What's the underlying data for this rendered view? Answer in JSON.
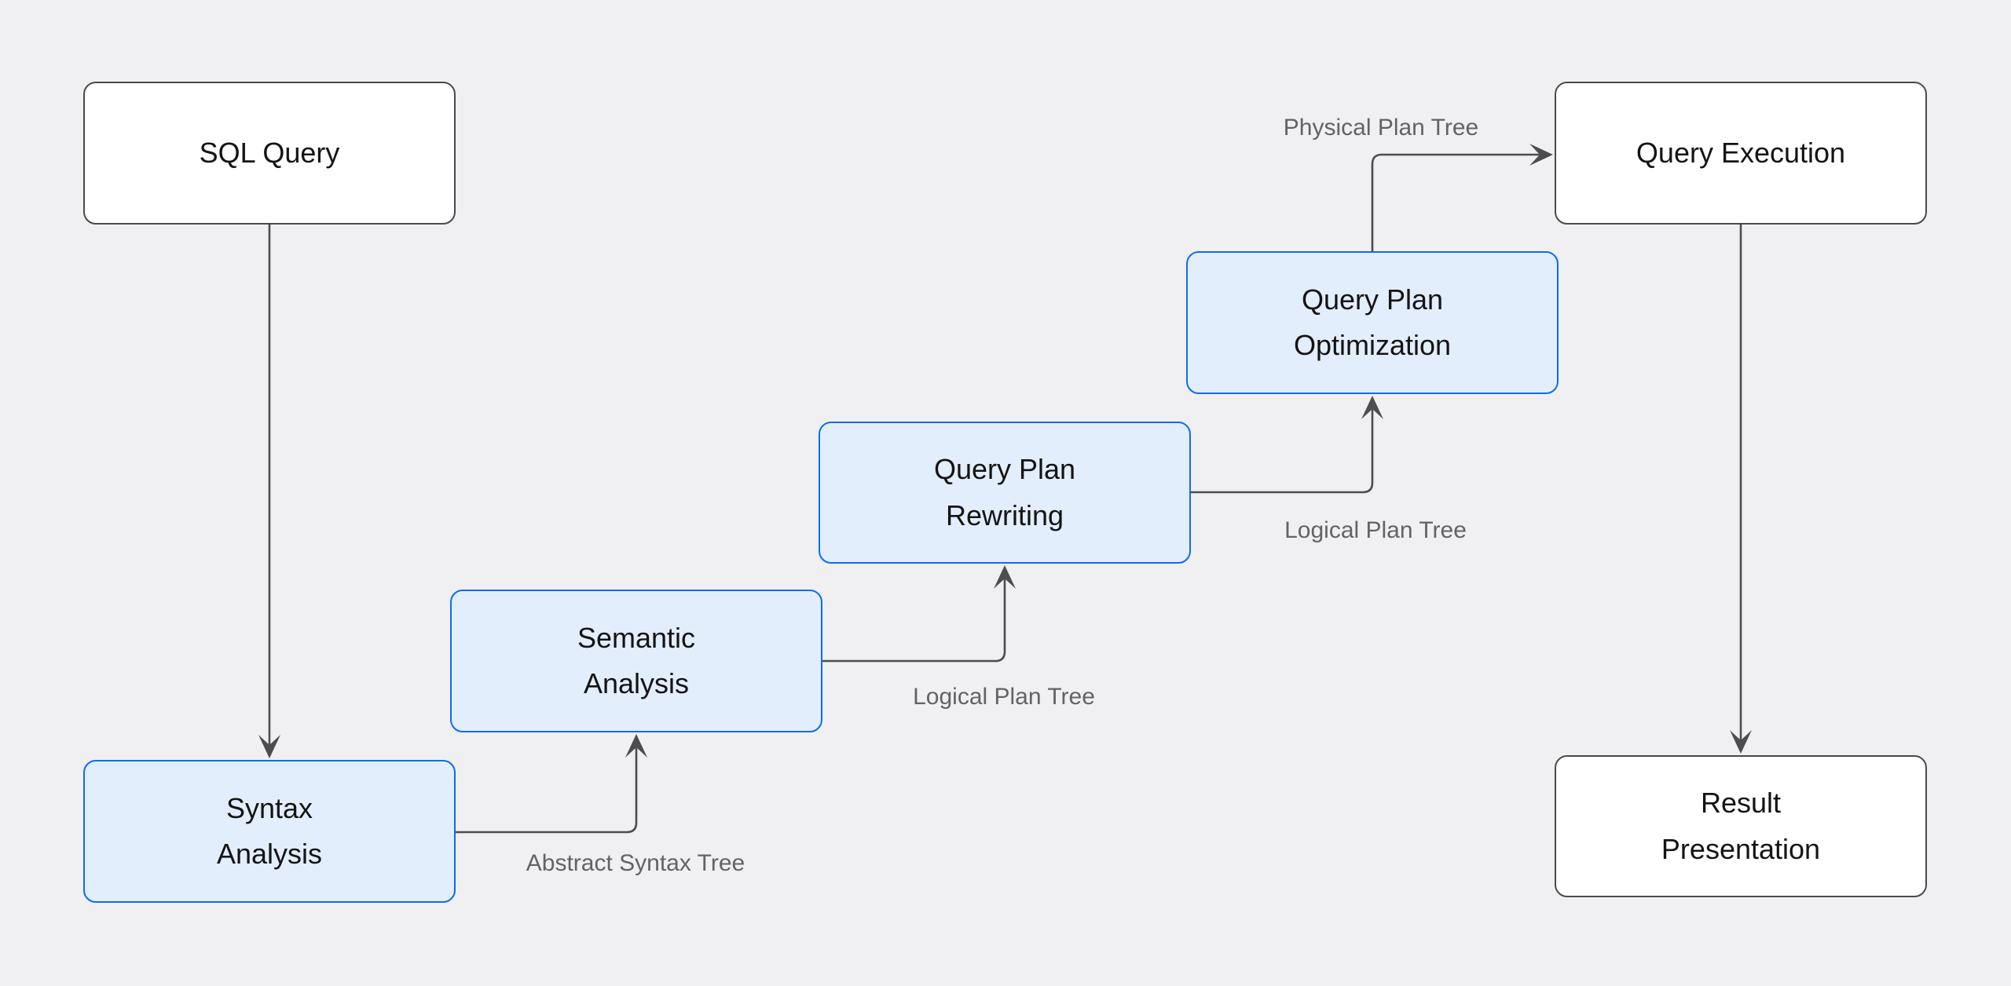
{
  "nodes": [
    {
      "id": "sql-query",
      "style": "plain",
      "lines": [
        "SQL Query"
      ]
    },
    {
      "id": "syntax-analysis",
      "style": "highlight",
      "lines": [
        "Syntax",
        "Analysis"
      ]
    },
    {
      "id": "semantic-analysis",
      "style": "highlight",
      "lines": [
        "Semantic",
        "Analysis"
      ]
    },
    {
      "id": "query-plan-rewriting",
      "style": "highlight",
      "lines": [
        "Query Plan",
        "Rewriting"
      ]
    },
    {
      "id": "query-plan-optimization",
      "style": "highlight",
      "lines": [
        "Query Plan",
        "Optimization"
      ]
    },
    {
      "id": "query-execution",
      "style": "plain",
      "lines": [
        "Query Execution"
      ]
    },
    {
      "id": "result-presentation",
      "style": "plain",
      "lines": [
        "Result",
        "Presentation"
      ]
    }
  ],
  "edge_labels": [
    {
      "id": "abstract-syntax-tree",
      "text": "Abstract Syntax Tree"
    },
    {
      "id": "logical-plan-tree-1",
      "text": "Logical Plan Tree"
    },
    {
      "id": "logical-plan-tree-2",
      "text": "Logical Plan Tree"
    },
    {
      "id": "physical-plan-tree",
      "text": "Physical Plan Tree"
    }
  ],
  "colors": {
    "background": "#f0f0f2",
    "accent_blue": "#0b6cf0",
    "highlight_fill": "#e3eefd",
    "plain_border": "#4a4a4a",
    "edge": "#4d4d4d",
    "edge_label": "#636363",
    "node_text": "#141414"
  }
}
